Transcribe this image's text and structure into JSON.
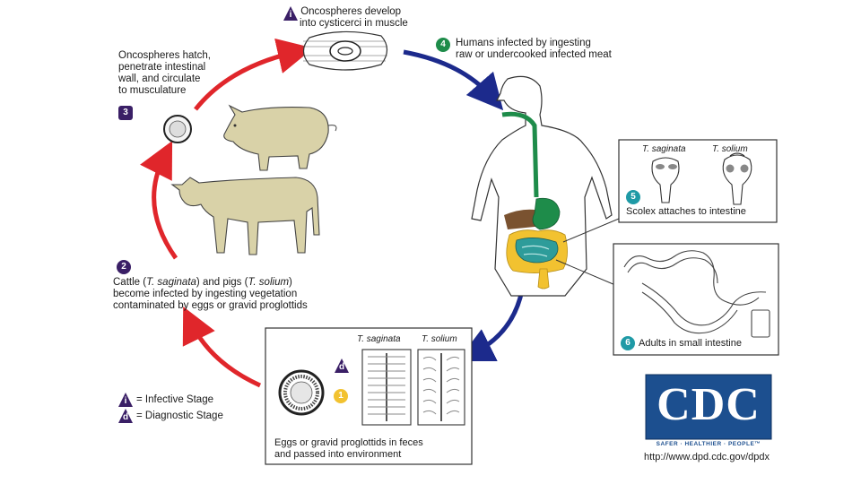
{
  "stages": {
    "s1": {
      "num": "1"
    },
    "s2": {
      "num": "2",
      "line1_a": "Cattle (",
      "line1_b": "T. saginata",
      "line1_c": ") and pigs (",
      "line1_d": "T. solium",
      "line1_e": ")",
      "line2": "become infected by ingesting vegetation",
      "line3": "contaminated by eggs or gravid proglottids"
    },
    "s3": {
      "num": "3",
      "line1": "Oncospheres hatch,",
      "line2": "penetrate intestinal",
      "line3": "wall, and circulate",
      "line4": "to musculature"
    },
    "s_top": {
      "line1": "Oncospheres develop",
      "line2": "into cysticerci in muscle"
    },
    "s4": {
      "num": "4",
      "line1": "Humans infected by ingesting",
      "line2": "raw or undercooked infected meat"
    },
    "s5": {
      "num": "5",
      "caption": "Scolex attaches to intestine",
      "left": "T. saginata",
      "right": "T. solium"
    },
    "s6": {
      "num": "6",
      "caption": "Adults in small intestine"
    },
    "eggs": {
      "left": "T. saginata",
      "right": "T. solium",
      "line1": "Eggs or gravid proglottids in feces",
      "line2": "and passed into environment"
    }
  },
  "legend": {
    "infective": "= Infective Stage",
    "diagnostic": "= Diagnostic Stage",
    "i": "i",
    "d": "d"
  },
  "logo": {
    "text": "CDC",
    "tagline": "SAFER · HEALTHIER · PEOPLE™",
    "url": "http://www.dpd.cdc.gov/dpdx"
  },
  "colors": {
    "badge_purple": "#3a1f66",
    "badge_yellow": "#f2c230",
    "badge_teal": "#1f9aa6",
    "arrow_red": "#e0262b",
    "arrow_blue": "#1c2a8c",
    "cdc_blue": "#1c4f8f",
    "animal": "#d9d2a8",
    "gut_teal": "#2e9c9a",
    "gut_yellow": "#f2c230",
    "esophagus_green": "#1e8c4a",
    "liver_brown": "#7a5230"
  }
}
